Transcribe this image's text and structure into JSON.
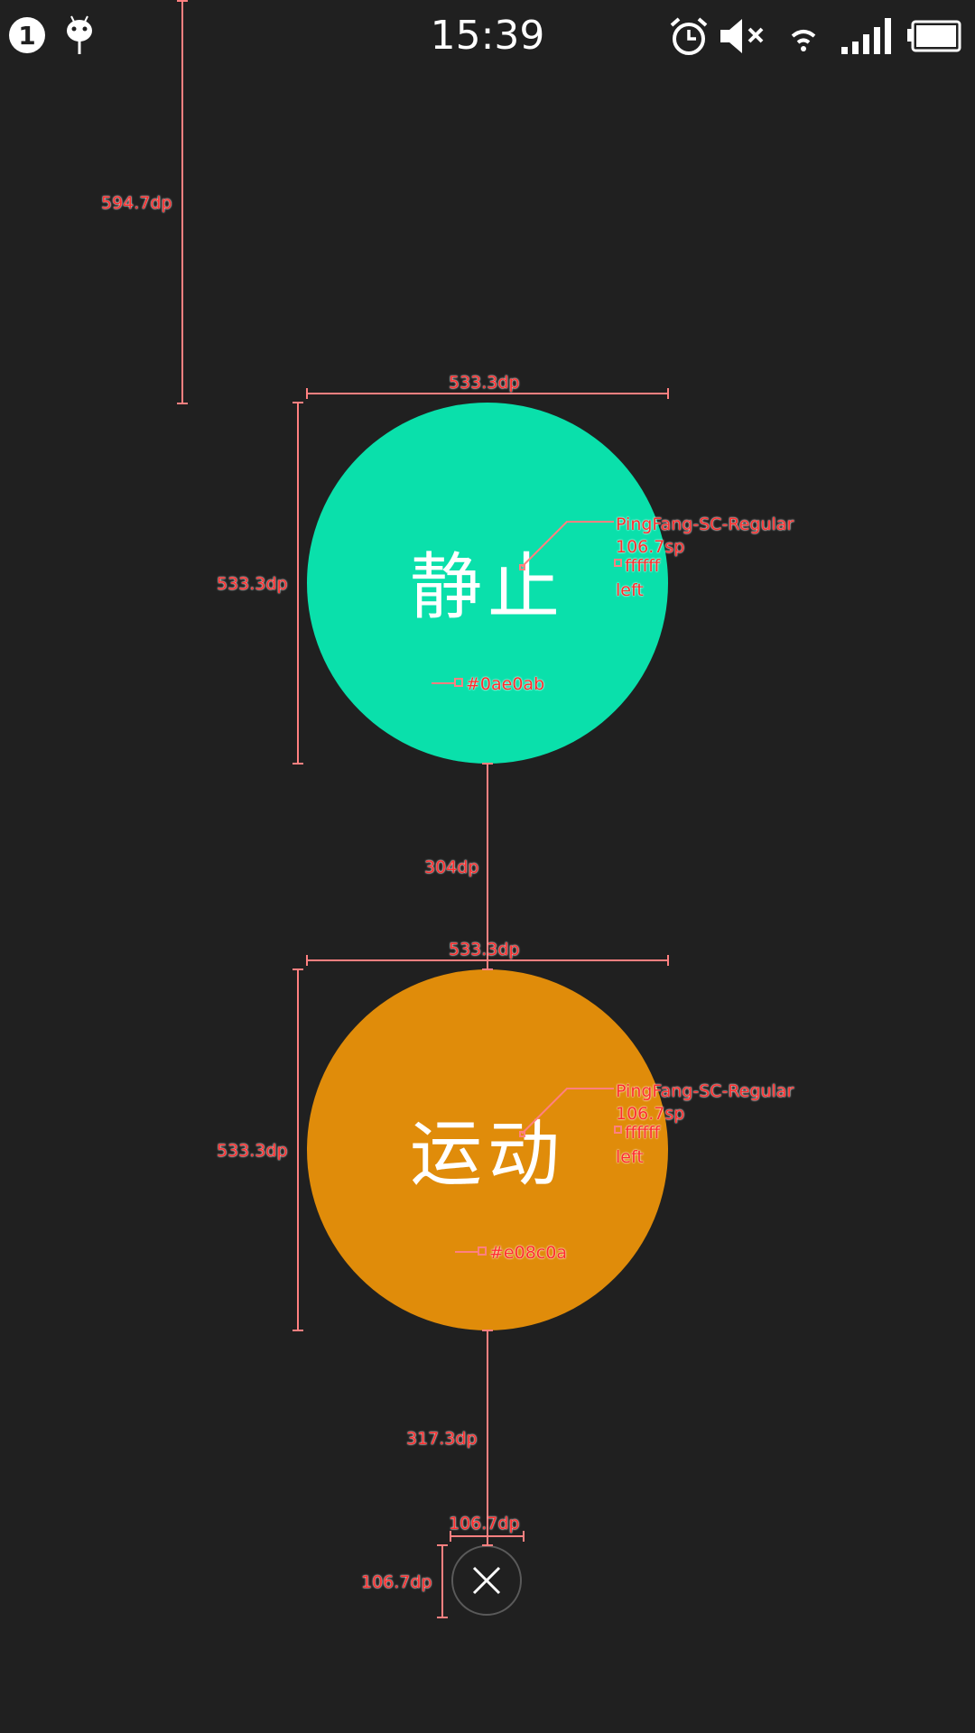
{
  "status_bar": {
    "notification_count": "1",
    "time": "15:39",
    "icons": [
      "android-debug-icon",
      "alarm-icon",
      "mute-icon",
      "wifi-icon",
      "signal-icon",
      "battery-icon"
    ]
  },
  "buttons": {
    "static_label": "静止",
    "moving_label": "运动",
    "close_icon": "close-icon"
  },
  "colors": {
    "background": "#202020",
    "static": "#0ae0ab",
    "moving": "#e08c0a",
    "text": "#ffffff",
    "annotation": "#ff2d2d"
  },
  "annotations": {
    "top_gap": "594.7dp",
    "static_width": "533.3dp",
    "static_height": "533.3dp",
    "static_font": "PingFang-SC-Regular",
    "static_size": "106.7sp",
    "static_text_color": "ffffff",
    "static_align": "left",
    "static_fill": "#0ae0ab",
    "middle_gap": "304dp",
    "moving_width": "533.3dp",
    "moving_height": "533.3dp",
    "moving_font": "PingFang-SC-Regular",
    "moving_size": "106.7sp",
    "moving_text_color": "ffffff",
    "moving_align": "left",
    "moving_fill": "#e08c0a",
    "bottom_gap": "317.3dp",
    "close_width": "106.7dp",
    "close_height": "106.7dp"
  }
}
